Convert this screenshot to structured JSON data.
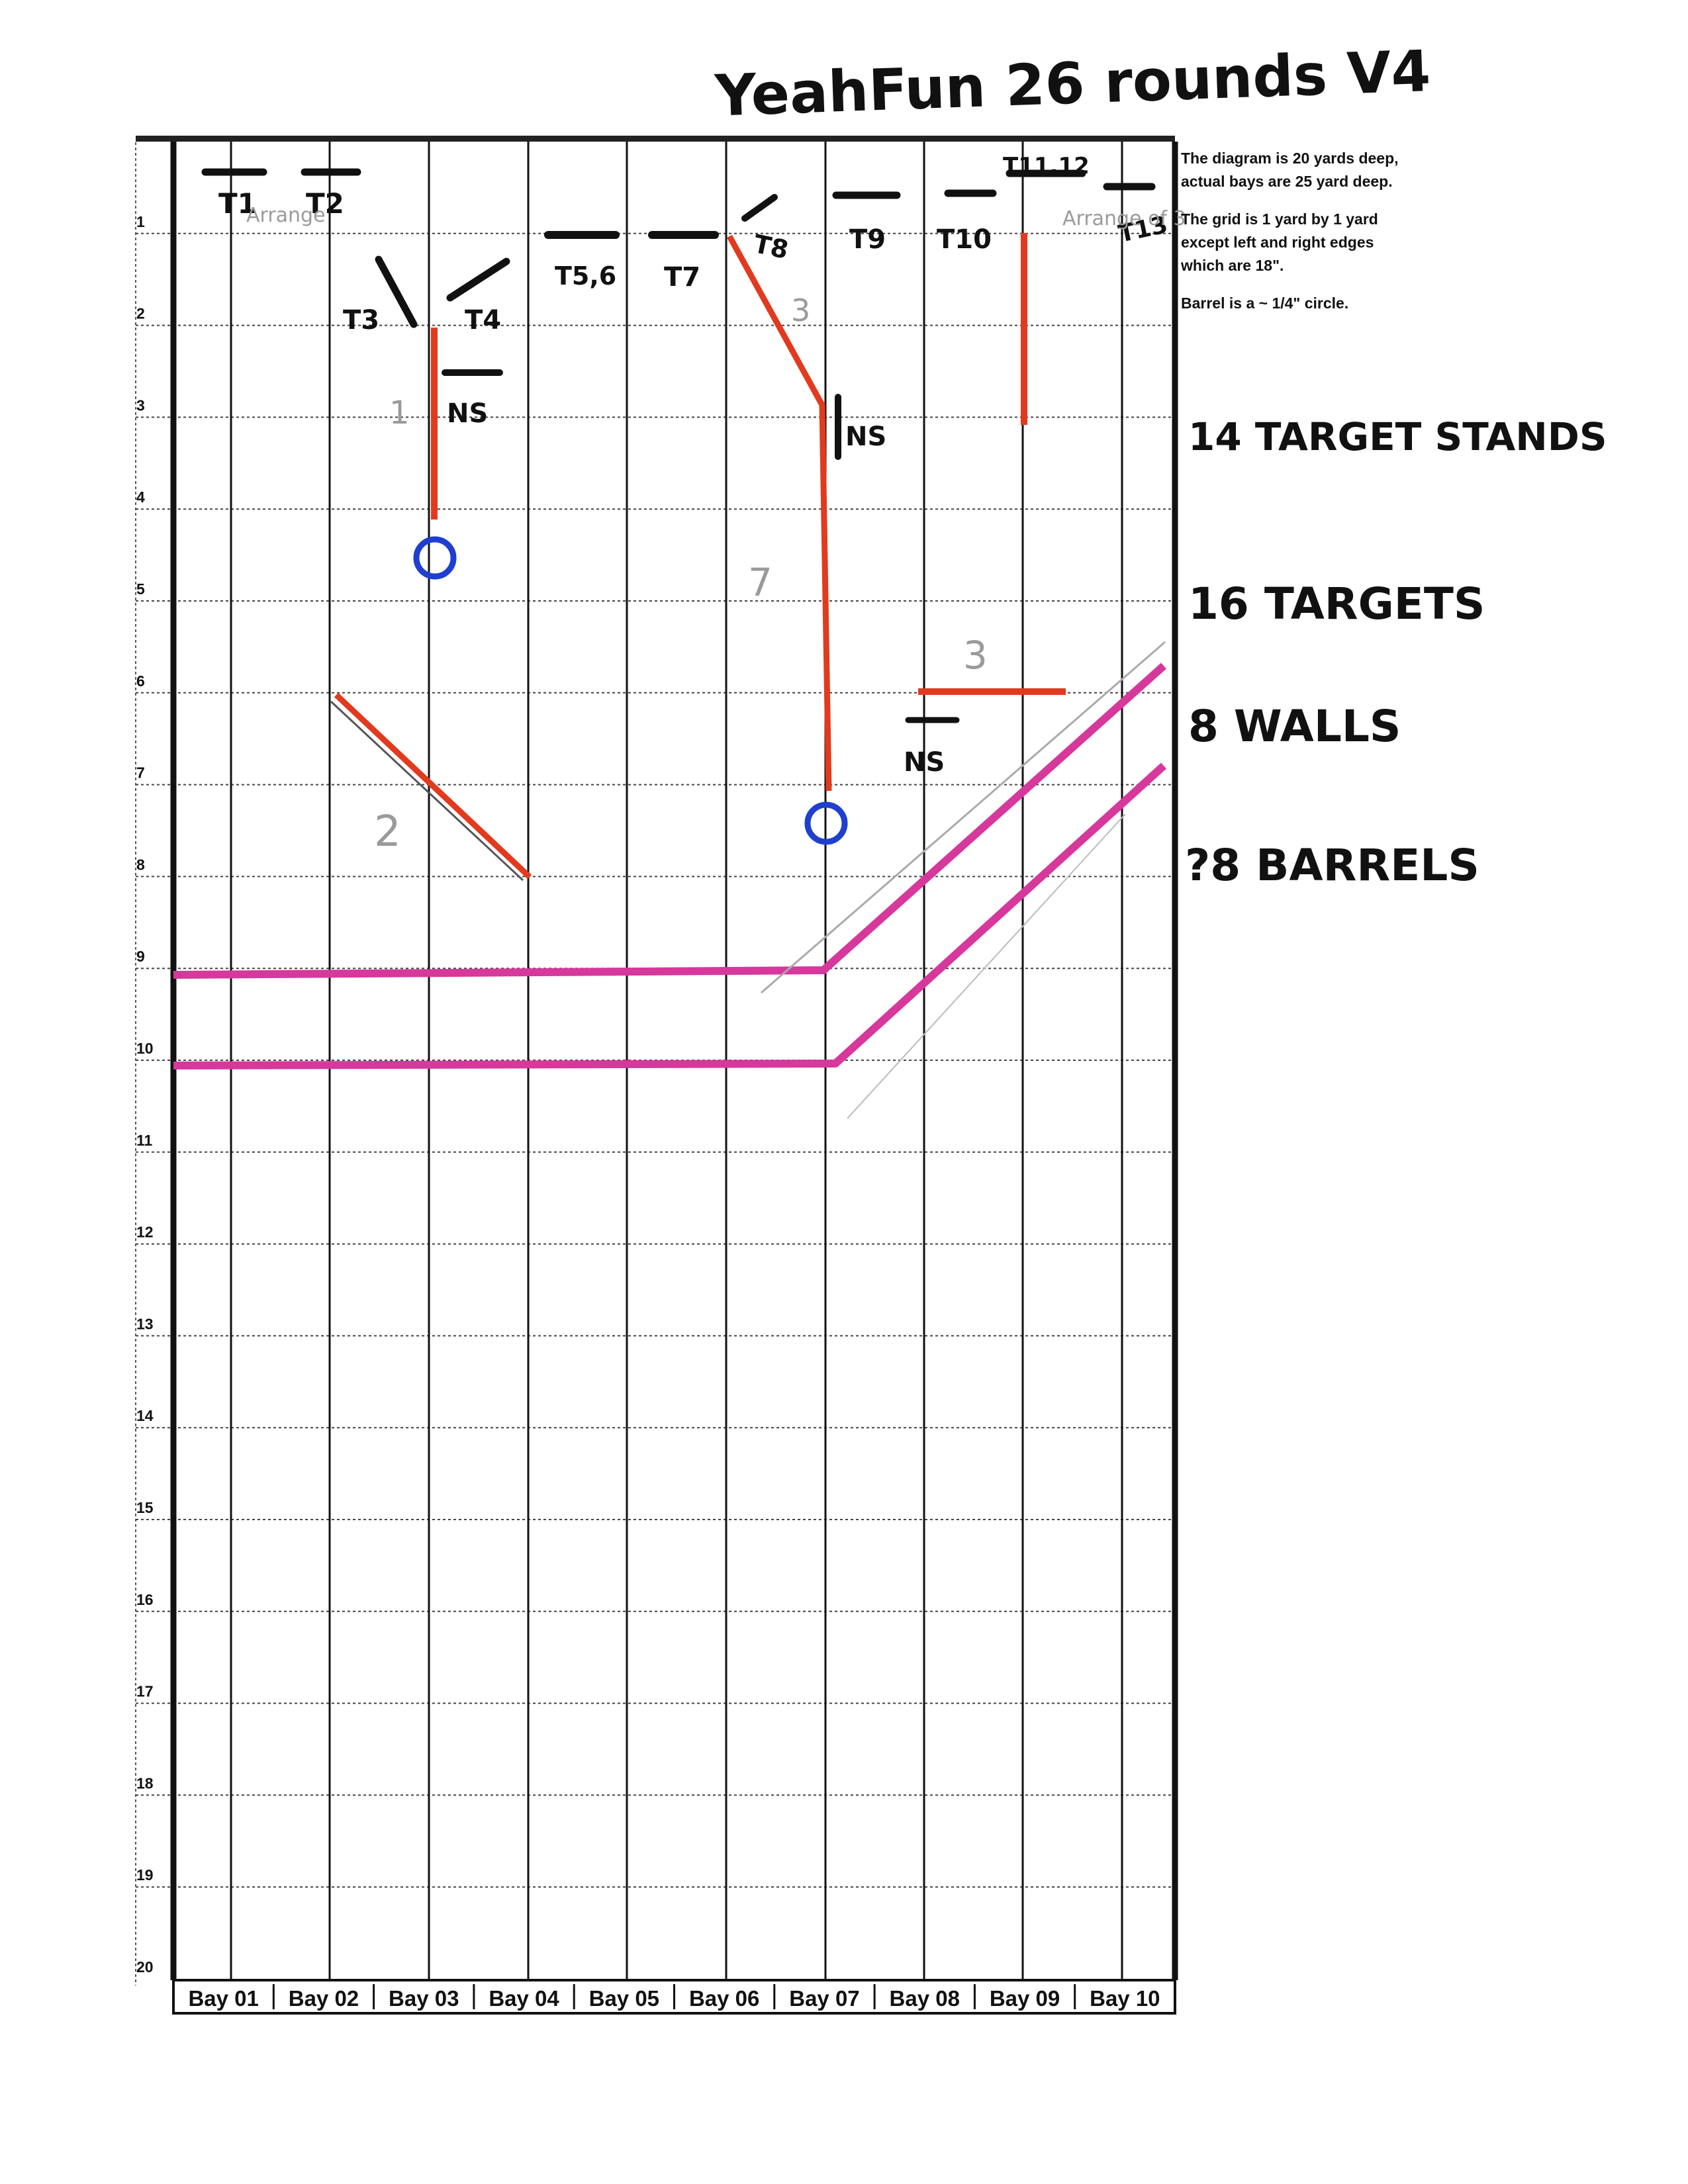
{
  "title": "YeahFun 26 rounds V4",
  "notes": [
    "The diagram is 20 yards deep, actual bays are 25 yard deep.",
    "The grid is 1 yard by 1 yard except left and right edges which are 18\".",
    "Barrel is a ~ 1/4\" circle."
  ],
  "counts": [
    "14 TARGET STANDS",
    "16 TARGETS",
    "8 WALLS",
    "?8 BARRELS"
  ],
  "row_labels": [
    "1",
    "2",
    "3",
    "4",
    "5",
    "6",
    "7",
    "8",
    "9",
    "10",
    "11",
    "12",
    "13",
    "14",
    "15",
    "16",
    "17",
    "18",
    "19",
    "20"
  ],
  "bays": [
    "Bay 01",
    "Bay 02",
    "Bay 03",
    "Bay 04",
    "Bay 05",
    "Bay 06",
    "Bay 07",
    "Bay 08",
    "Bay 09",
    "Bay 10"
  ],
  "targets": [
    "T1",
    "T2",
    "T3",
    "T4",
    "T5,6",
    "T7",
    "T8",
    "T9",
    "T10",
    "T11,12",
    "T13"
  ],
  "no_shoot_label": "NS",
  "wall_numbers": [
    "1",
    "2",
    "3",
    "3",
    "7"
  ],
  "pencil_notes": [
    "Arrange",
    "Arrange of 3"
  ],
  "colors": {
    "wall": "#e23a1e",
    "fault_line": "#d6389c",
    "barrel": "#1f3fd0",
    "grid": "#111111",
    "pencil": "#9a9a9a"
  }
}
